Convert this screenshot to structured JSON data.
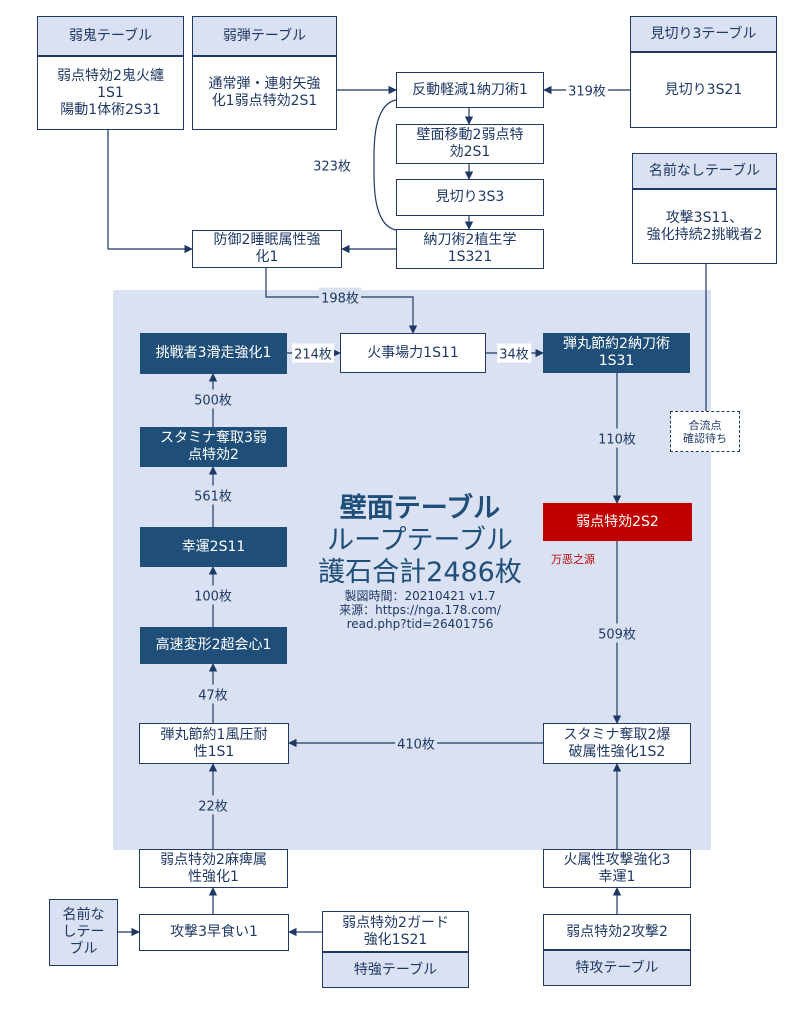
{
  "diagram": {
    "title": "壁面テーブル",
    "subtitle": "ループテーブル",
    "total": "護石合計2486枚",
    "meta": {
      "date": "製図時間：20210421 v1.7",
      "source_line1": "来源：https://nga.178.com/",
      "source_line2": "read.php?tid=26401756"
    },
    "annotation": "万恶之源",
    "nodes": {
      "t_jakki_head": "弱鬼テーブル",
      "t_jakki_body": "弱点特効2鬼火纏\n1S1\n陽動1体術2S31",
      "t_jakudan_head": "弱弾テーブル",
      "t_jakudan_body": "通常弾・連射矢強\n化1弱点特効2S1",
      "t_mikiri3_head": "見切り3テーブル",
      "t_mikiri3_body": "見切り3S21",
      "t_nanashi_top_head": "名前なしテーブル",
      "t_nanashi_top_body": "攻撃3S11、\n強化持続2挑戦者2",
      "n_handou": "反動軽減1納刀術1",
      "n_hekimen": "壁面移動2弱点特\n効2S1",
      "n_mikiri3s3": "見切り3S3",
      "n_noutou": "納刀術2植生学\n1S321",
      "n_bougyo": "防御2睡眠属性強\n化1",
      "n_kaji": "火事場力1S11",
      "n_chousen": "挑戦者3滑走強化1",
      "n_danmaru_noutou": "弾丸節約2納刀術\n1S31",
      "n_merge": "合流点\n確認待ち",
      "n_jakuten2s2": "弱点特効2S2",
      "n_stamina3": "スタミナ奪取3弱\n点特効2",
      "n_kouun": "幸運2S11",
      "n_kousoku": "高速変形2超会心1",
      "n_danmaru_fuuatsu": "弾丸節約1風圧耐\n性1S1",
      "n_stamina2": "スタミナ奪取2爆\n破属性強化1S2",
      "n_jakuten_mahi": "弱点特効2麻痺属\n性強化1",
      "n_hizokusei": "火属性攻撃強化3\n幸運1",
      "n_kougeki3": "攻撃3早食い1",
      "t_nanashi_bottom": "名前な\nしテー\nブル",
      "t_tokkyou_body": "弱点特効2ガード\n強化1S21",
      "t_tokkyou_head": "特強テーブル",
      "t_tokkou_body": "弱点特効2攻撃2",
      "t_tokkou_head": "特攻テーブル"
    },
    "edges": {
      "e_mikiri_handou": "319枚",
      "e_loop323": "323枚",
      "e_bougyo_kaji": "198枚",
      "e_chousen_kaji": "214枚",
      "e_kaji_danmaru": "34枚",
      "e_danmaru_jakuten": "110枚",
      "e_jakuten_stamina2": "509枚",
      "e_stamina2_fuuatsu": "410枚",
      "e_fuuatsu_kousoku": "47枚",
      "e_kousoku_kouun": "100枚",
      "e_kouun_stamina3": "561枚",
      "e_stamina3_chousen": "500枚",
      "e_mahi_fuuatsu": "22枚"
    }
  },
  "colors": {
    "node_dark": "#1f4e79",
    "node_red": "#c00000",
    "header_fill": "#d9e1f2",
    "loop_area": "#d9e1f2",
    "line": "#1f3864"
  }
}
